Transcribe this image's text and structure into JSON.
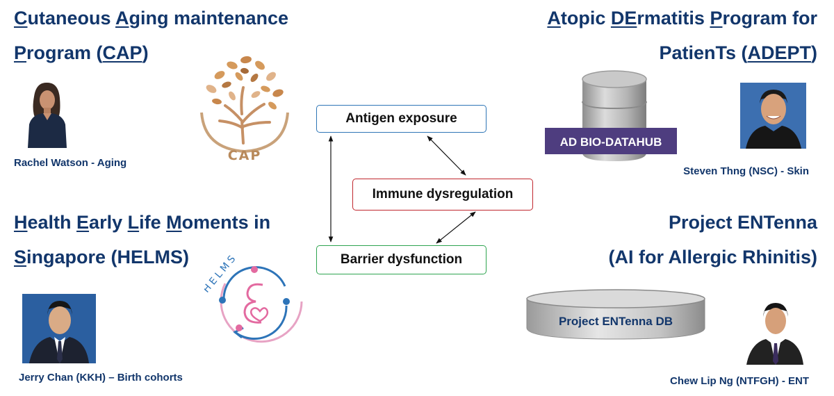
{
  "cap": {
    "line1": [
      {
        "text": "C",
        "u": true
      },
      {
        "text": "utaneous ",
        "u": false
      },
      {
        "text": "A",
        "u": true
      },
      {
        "text": "ging maintenance",
        "u": false
      }
    ],
    "line2": [
      {
        "text": "P",
        "u": true
      },
      {
        "text": "rogram (",
        "u": false
      },
      {
        "text": "CAP",
        "u": true
      },
      {
        "text": ")",
        "u": false
      }
    ],
    "person": "Rachel Watson - Aging",
    "logo_text": "CAP"
  },
  "adept": {
    "line1": [
      {
        "text": "A",
        "u": true
      },
      {
        "text": "topic ",
        "u": false
      },
      {
        "text": "DE",
        "u": true
      },
      {
        "text": "rmatitis ",
        "u": false
      },
      {
        "text": "P",
        "u": true
      },
      {
        "text": "rogram for",
        "u": false
      }
    ],
    "line2": [
      {
        "text": "PatienTs (",
        "u": false
      },
      {
        "text": "ADEPT",
        "u": true
      },
      {
        "text": ")",
        "u": false
      }
    ],
    "person": "Steven Thng (NSC) - Skin",
    "db_label": "AD BIO-DATAHUB"
  },
  "helms": {
    "line1": [
      {
        "text": "H",
        "u": true
      },
      {
        "text": "ealth ",
        "u": false
      },
      {
        "text": "E",
        "u": true
      },
      {
        "text": "arly ",
        "u": false
      },
      {
        "text": "L",
        "u": true
      },
      {
        "text": "ife ",
        "u": false
      },
      {
        "text": "M",
        "u": true
      },
      {
        "text": "oments in",
        "u": false
      }
    ],
    "line2": [
      {
        "text": "S",
        "u": true
      },
      {
        "text": "ingapore (HELMS)",
        "u": false
      }
    ],
    "person": "Jerry Chan (KKH) – Birth cohorts",
    "logo_text": "HELMS"
  },
  "entenna": {
    "line1": [
      {
        "text": "Project ENTenna",
        "u": false
      }
    ],
    "line2": [
      {
        "text": "(AI for Allergic Rhinitis)",
        "u": false
      }
    ],
    "person": "Chew Lip Ng (NTFGH) - ENT",
    "db_label": "Project ENTenna DB"
  },
  "cycle": {
    "antigen": "Antigen exposure",
    "immune": "Immune dysregulation",
    "barrier": "Barrier dysfunction",
    "colors": {
      "antigen": "#2e75b6",
      "immune": "#c0262d",
      "barrier": "#2ea44f"
    }
  }
}
